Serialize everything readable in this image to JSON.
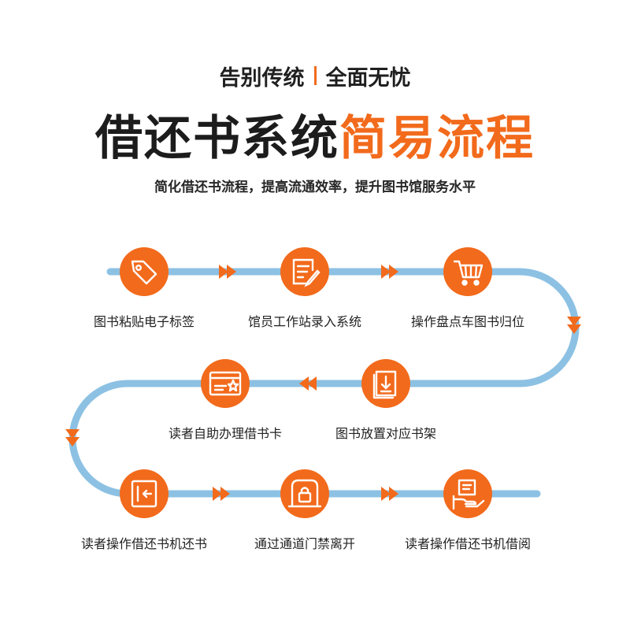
{
  "header": {
    "tagline_left": "告别传统",
    "tagline_right": "全面无忧",
    "title_dark": "借还书系统",
    "title_accent": "简易流程",
    "subtitle": "简化借还书流程，提高流通效率，提升图书馆服务水平"
  },
  "colors": {
    "accent": "#f26a1b",
    "track": "#8cc1e3",
    "text": "#222222"
  },
  "steps": [
    {
      "label": "图书粘贴电子标签",
      "icon": "tag-icon"
    },
    {
      "label": "馆员工作站录入系统",
      "icon": "edit-document-icon"
    },
    {
      "label": "操作盘点车图书归位",
      "icon": "cart-icon"
    },
    {
      "label": "图书放置对应书架",
      "icon": "book-download-icon"
    },
    {
      "label": "读者自助办理借书卡",
      "icon": "card-star-icon"
    },
    {
      "label": "读者操作借还书机还书",
      "icon": "return-machine-icon"
    },
    {
      "label": "通过通道门禁离开",
      "icon": "gate-lock-icon"
    },
    {
      "label": "读者操作借还书机借阅",
      "icon": "borrow-hand-icon"
    }
  ]
}
